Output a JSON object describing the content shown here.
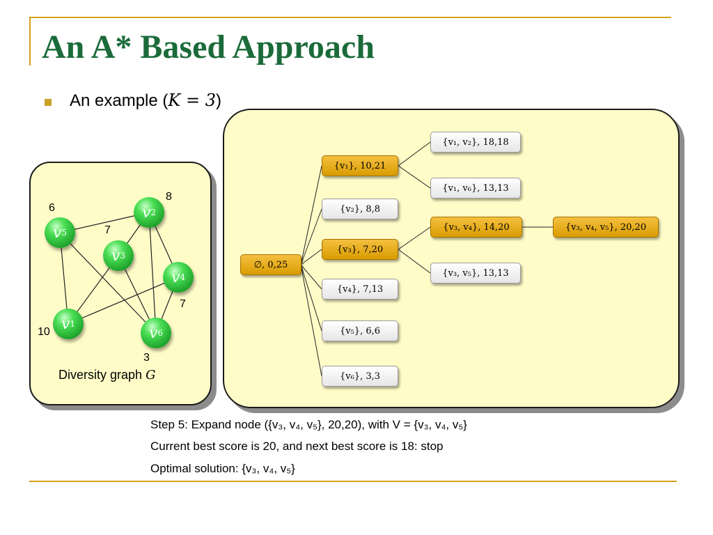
{
  "slide": {
    "title": "An A* Based Approach",
    "bullet": {
      "text": "An example (",
      "math": "K = 3",
      "close": ")"
    }
  },
  "graph": {
    "caption": "Diversity graph",
    "caption_math": "G",
    "vertices": [
      {
        "id": "v1",
        "label": "v",
        "sub": "1",
        "weight": "10"
      },
      {
        "id": "v2",
        "label": "v",
        "sub": "2",
        "weight": "8"
      },
      {
        "id": "v3",
        "label": "v",
        "sub": "3",
        "weight": "7"
      },
      {
        "id": "v4",
        "label": "v",
        "sub": "4",
        "weight": "7"
      },
      {
        "id": "v5",
        "label": "v",
        "sub": "5",
        "weight": "6"
      },
      {
        "id": "v6",
        "label": "v",
        "sub": "6",
        "weight": "3"
      }
    ],
    "edges": [
      [
        "v5",
        "v2"
      ],
      [
        "v5",
        "v1"
      ],
      [
        "v5",
        "v6"
      ],
      [
        "v2",
        "v3"
      ],
      [
        "v2",
        "v6"
      ],
      [
        "v2",
        "v4"
      ],
      [
        "v3",
        "v1"
      ],
      [
        "v3",
        "v6"
      ],
      [
        "v1",
        "v4"
      ],
      [
        "v4",
        "v6"
      ]
    ]
  },
  "tree": {
    "root": {
      "label": "∅, 0,25",
      "highlight": true
    },
    "level1": [
      {
        "label": "{v₁}, 10,21",
        "highlight": true
      },
      {
        "label": "{v₂}, 8,8",
        "highlight": false
      },
      {
        "label": "{v₃}, 7,20",
        "highlight": true
      },
      {
        "label": "{v₄}, 7,13",
        "highlight": false
      },
      {
        "label": "{v₅}, 6,6",
        "highlight": false
      },
      {
        "label": "{v₆}, 3,3",
        "highlight": false
      }
    ],
    "level2": [
      {
        "label": "{v₁, v₂}, 18,18",
        "highlight": false
      },
      {
        "label": "{v₁, v₆}, 13,13",
        "highlight": false
      },
      {
        "label": "{v₃, v₄}, 14,20",
        "highlight": true
      },
      {
        "label": "{v₃, v₅}, 13,13",
        "highlight": false
      }
    ],
    "level3": [
      {
        "label": "{v₃, v₄, v₅}, 20,20",
        "highlight": true
      }
    ]
  },
  "steps": {
    "line1": "Step 5: Expand node ({v₃, v₄, v₅}, 20,20), with V = {v₃, v₄, v₅}",
    "line2": "Current best score is 20, and next best score is 18: stop",
    "line3": "Optimal solution: {v₃, v₄, v₅}"
  },
  "colors": {
    "title": "#1b6b3a",
    "accent_rule": "#d4a017",
    "panel_bg": "#fffcc8",
    "highlight_node": "#e8a800",
    "vertex": "#22b02e"
  }
}
